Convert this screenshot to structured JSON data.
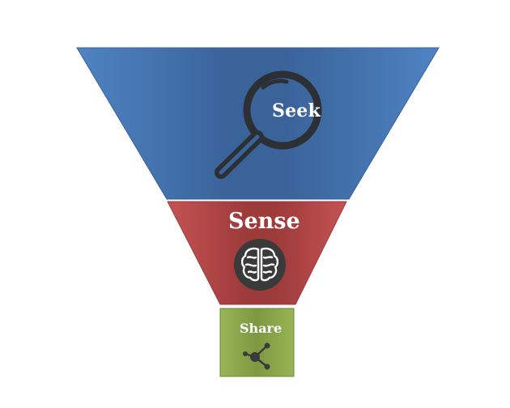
{
  "funnel": {
    "stages": [
      {
        "label": "Seek",
        "icon": "magnifying-glass-icon",
        "color": "#3f6fa8"
      },
      {
        "label": "Sense",
        "icon": "brain-icon",
        "color": "#b04646"
      },
      {
        "label": "Share",
        "icon": "share-nodes-icon",
        "color": "#88a24a"
      }
    ]
  }
}
